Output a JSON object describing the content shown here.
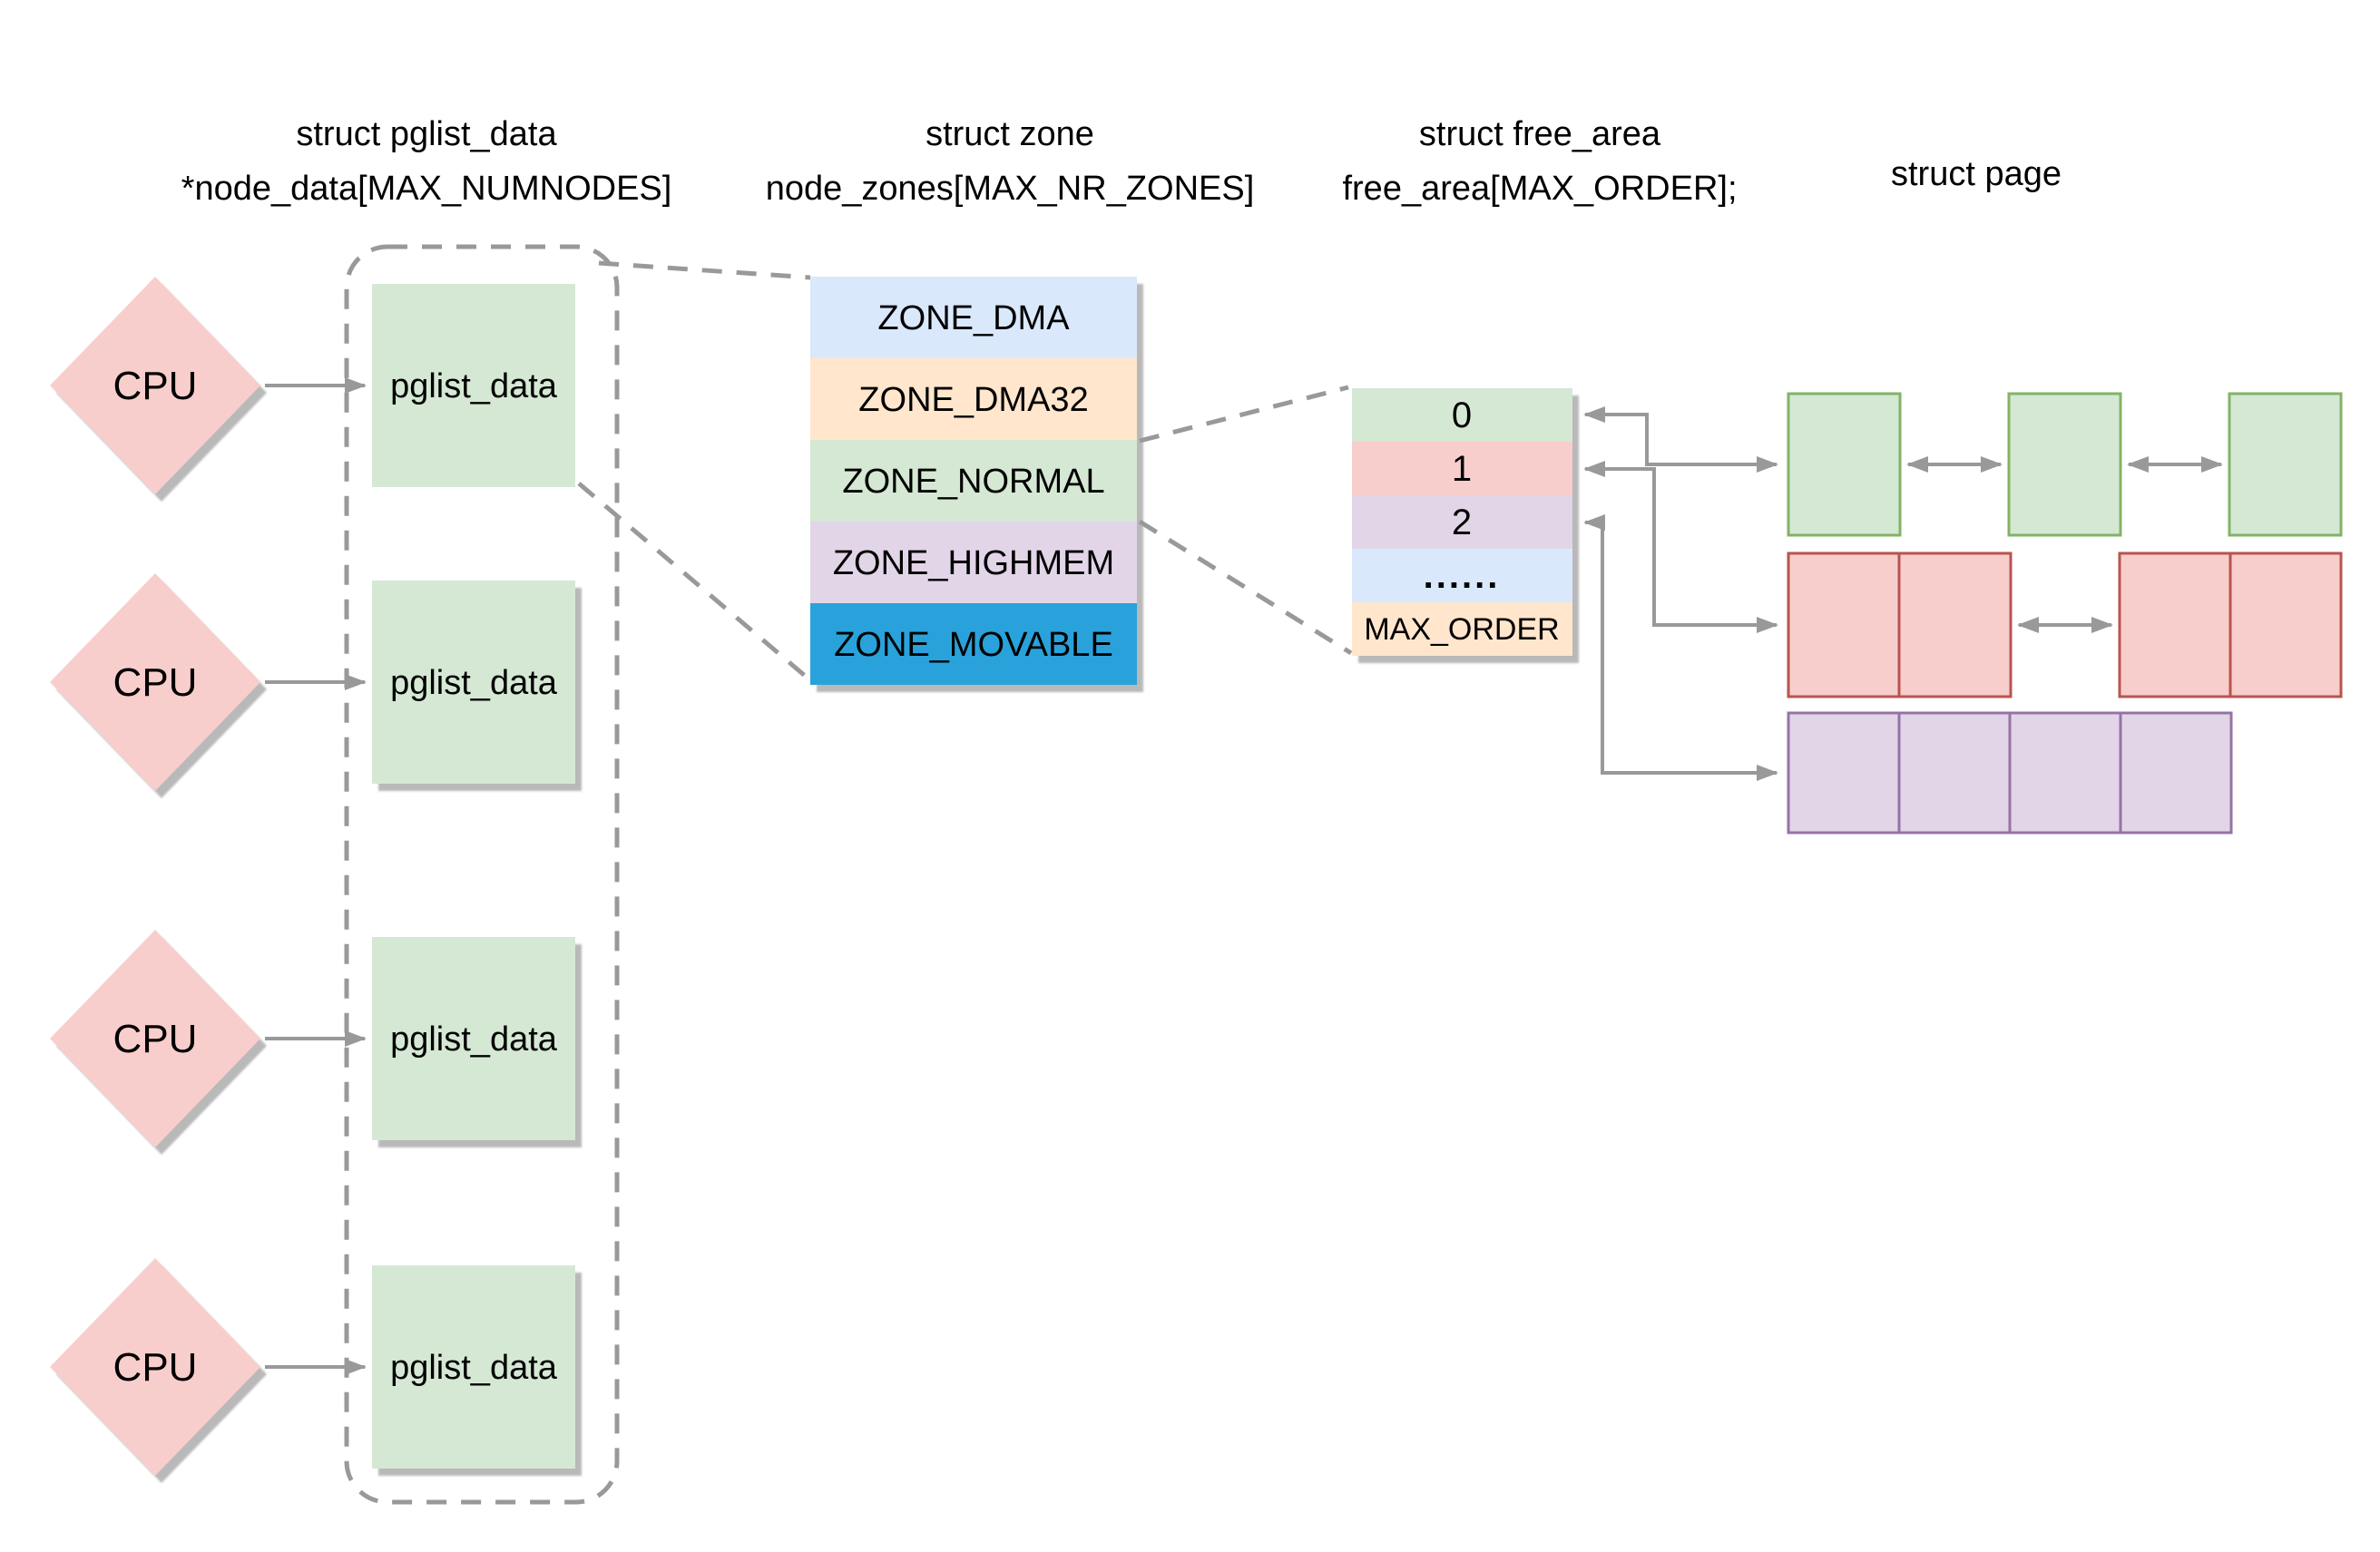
{
  "headers": {
    "pglist_data": {
      "line1": "struct pglist_data",
      "line2": "*node_data[MAX_NUMNODES]"
    },
    "zone": {
      "line1": "struct zone",
      "line2": "node_zones[MAX_NR_ZONES]"
    },
    "free_area": {
      "line1": "struct free_area",
      "line2": "free_area[MAX_ORDER];"
    },
    "page": {
      "line1": "struct page"
    }
  },
  "cpu_nodes": [
    {
      "cpu_label": "CPU",
      "node_label": "pglist_data"
    },
    {
      "cpu_label": "CPU",
      "node_label": "pglist_data"
    },
    {
      "cpu_label": "CPU",
      "node_label": "pglist_data"
    },
    {
      "cpu_label": "CPU",
      "node_label": "pglist_data"
    }
  ],
  "zone_stack": {
    "rows": [
      {
        "label": "ZONE_DMA",
        "fill": "#dae8fc",
        "text_color": "#000000"
      },
      {
        "label": "ZONE_DMA32",
        "fill": "#ffe6cc",
        "text_color": "#000000"
      },
      {
        "label": "ZONE_NORMAL",
        "fill": "#d5e8d4",
        "text_color": "#000000"
      },
      {
        "label": "ZONE_HIGHMEM",
        "fill": "#e1d5e7",
        "text_color": "#000000"
      },
      {
        "label": "ZONE_MOVABLE",
        "fill": "#29a2db",
        "text_color": "#ffffff"
      }
    ]
  },
  "free_area_table": {
    "rows": [
      {
        "label": "0",
        "fill": "#d5e8d4"
      },
      {
        "label": "1",
        "fill": "#f8cecc"
      },
      {
        "label": "2",
        "fill": "#e1d5e7"
      },
      {
        "label": "......",
        "fill": "#dae8fc"
      },
      {
        "label": "MAX_ORDER",
        "fill": "#ffe6cc"
      }
    ]
  },
  "page_lists": {
    "order0": {
      "block_count": 3,
      "pages_per_block": 1,
      "fill": "#d5e8d4",
      "stroke": "#82b366"
    },
    "order1": {
      "block_count": 2,
      "pages_per_block": 2,
      "fill": "#f8cecc",
      "stroke": "#b85450"
    },
    "order2": {
      "block_count": 1,
      "pages_per_block": 4,
      "fill": "#e1d5e7",
      "stroke": "#9673a6"
    }
  },
  "shapes": {
    "cpu_diamond_fill": "#f8cecc",
    "pglist_box_fill": "#d5e8d4",
    "connector_color": "#999999"
  }
}
